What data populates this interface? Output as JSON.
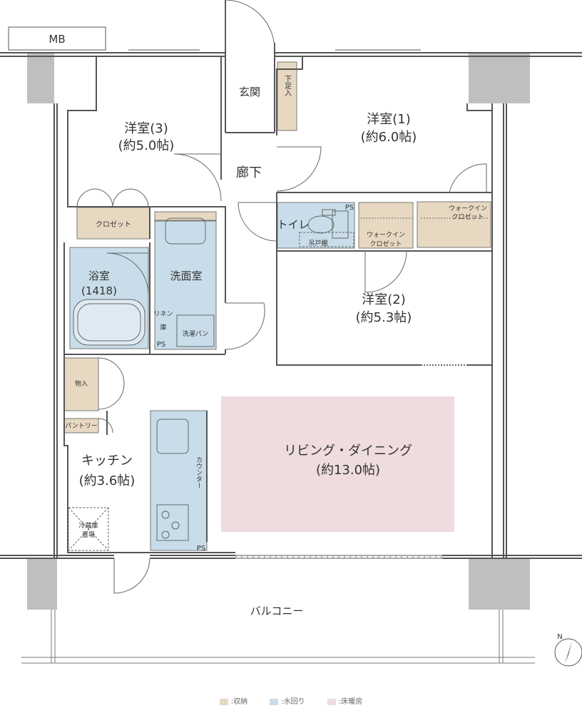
{
  "colors": {
    "storage": "#e7d8c1",
    "water": "#c8dde9",
    "floor_heating": "#eedcde",
    "wall": "#555555",
    "column": "#bfbfbf"
  },
  "labels": {
    "mb": "MB",
    "genkan": "玄関",
    "shoe_storage": "下足入",
    "hallway": "廊下",
    "room3_name": "洋室(3)",
    "room3_size": "(約5.0帖)",
    "room1_name": "洋室(1)",
    "room1_size": "(約6.0帖)",
    "room2_name": "洋室(2)",
    "room2_size": "(約5.3帖)",
    "closet": "クロゼット",
    "toilet": "トイレ",
    "ps": "PS",
    "hanging_shelf": "吊戸棚",
    "walkin_closet_line1": "ウォークイン",
    "walkin_closet_line2": "クロゼット",
    "walkin_closet2_line1": "ウォークイン",
    "walkin_closet2_line2": "クロゼット",
    "bathroom_name": "浴室",
    "bathroom_size": "(1418)",
    "washroom": "洗面室",
    "linen_line1": "リネン",
    "linen_line2": "庫",
    "washer_pan": "洗濯パン",
    "storage_room": "物入",
    "pantry": "パントリー",
    "kitchen_name": "キッチン",
    "kitchen_size": "(約3.6帖)",
    "fridge_line1": "冷蔵庫",
    "fridge_line2": "置場",
    "counter": "カウンター",
    "living_name": "リビング・ダイニング",
    "living_size": "(約13.0帖)",
    "balcony": "バルコニー",
    "north": "N"
  },
  "legend": [
    {
      "label": ":収納",
      "color": "#e7d8c1"
    },
    {
      "label": ":水回り",
      "color": "#c8dde9"
    },
    {
      "label": ":床暖房",
      "color": "#eedcde"
    }
  ]
}
